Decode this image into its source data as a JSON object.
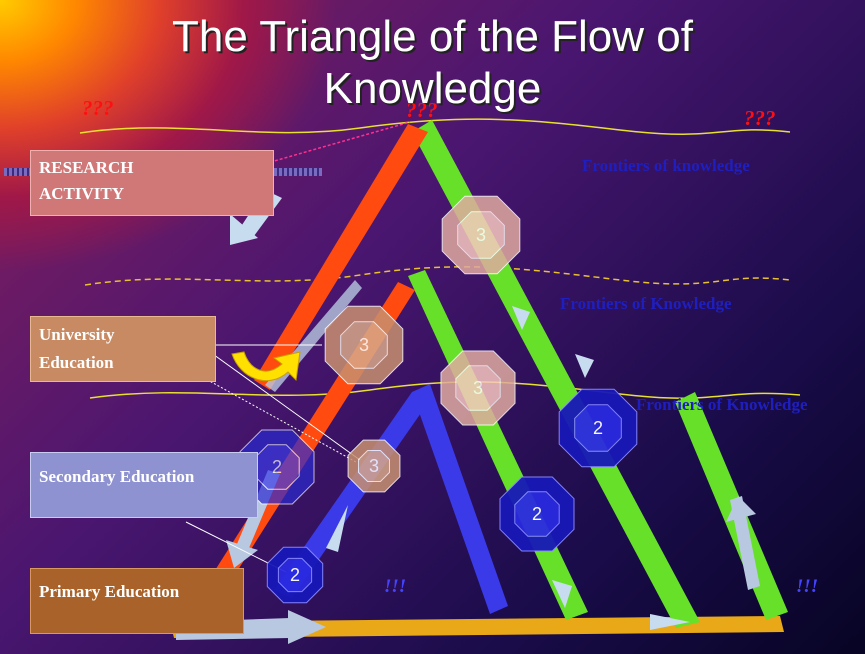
{
  "slide": {
    "title_line1": "The Triangle of the Flow of",
    "title_line2": "Knowledge"
  },
  "question_marks": [
    "???",
    "???",
    "???"
  ],
  "exclamations": [
    "!!!",
    "!!!"
  ],
  "frontiers": [
    "Frontiers of knowledge",
    "Frontiers of Knowledge",
    "Frontiers of Knowledge"
  ],
  "levels": {
    "research": [
      "RESEARCH",
      "ACTIVITY"
    ],
    "university": [
      "University",
      "Education"
    ],
    "secondary": "Secondary Education",
    "primary": "Primary Education"
  },
  "octagon_labels": [
    "3",
    "3",
    "3",
    "3",
    "2",
    "2",
    "2",
    "2"
  ],
  "colors": {
    "research_box": "#e07b7b",
    "university_box": "#d9956a",
    "secondary_box": "#9aa6e0",
    "primary_box": "#b5682a",
    "red_arrow": "#ff4a10",
    "green_arrow": "#66e028",
    "blue_arrow": "#3a3ae8",
    "base_bar": "#e8a818"
  }
}
